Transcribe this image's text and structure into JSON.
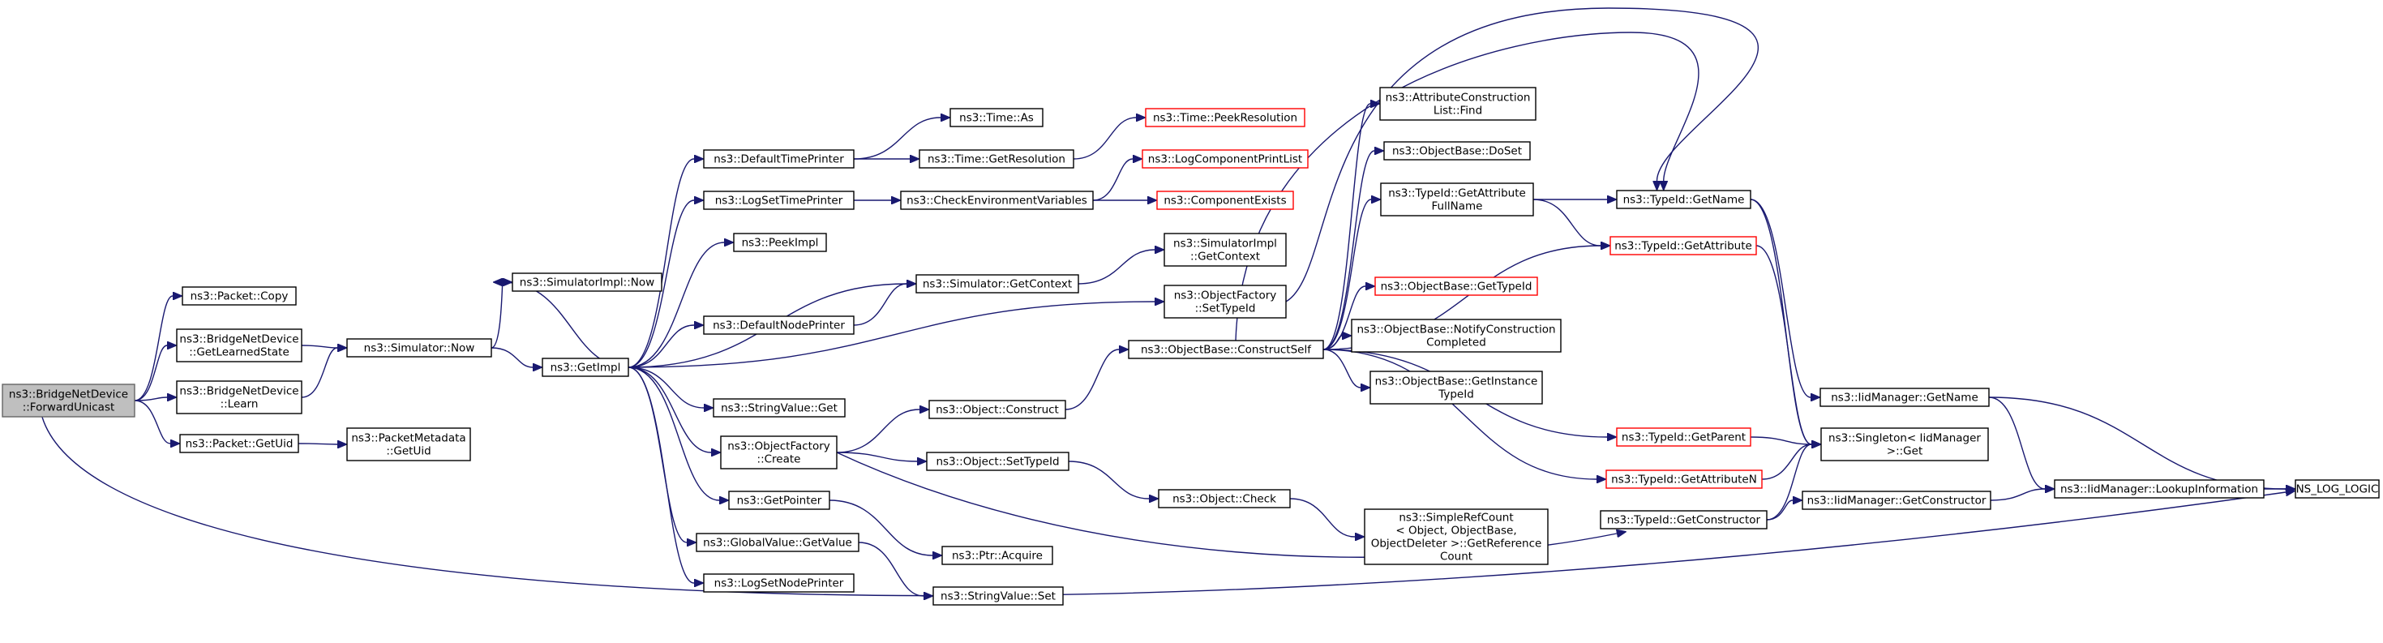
{
  "colors": {
    "edge": "#191970",
    "root_fill": "#bfbfbf",
    "node_border": "#000000",
    "truncated_border": "#ff0000"
  },
  "nodes": [
    {
      "id": "forwardUnicast",
      "lines": [
        "ns3::BridgeNetDevice",
        "::ForwardUnicast"
      ],
      "kind": "root"
    },
    {
      "id": "packetCopy",
      "lines": [
        "ns3::Packet::Copy"
      ]
    },
    {
      "id": "getLearnedState",
      "lines": [
        "ns3::BridgeNetDevice",
        "::GetLearnedState"
      ]
    },
    {
      "id": "learn",
      "lines": [
        "ns3::BridgeNetDevice",
        "::Learn"
      ]
    },
    {
      "id": "packetGetUid",
      "lines": [
        "ns3::Packet::GetUid"
      ]
    },
    {
      "id": "simNow",
      "lines": [
        "ns3::Simulator::Now"
      ]
    },
    {
      "id": "pmGetUid",
      "lines": [
        "ns3::PacketMetadata",
        "::GetUid"
      ]
    },
    {
      "id": "simImplNow",
      "lines": [
        "ns3::SimulatorImpl::Now"
      ]
    },
    {
      "id": "getImpl",
      "lines": [
        "ns3::GetImpl"
      ]
    },
    {
      "id": "defaultTimePrinter",
      "lines": [
        "ns3::DefaultTimePrinter"
      ]
    },
    {
      "id": "logSetTimePrinter",
      "lines": [
        "ns3::LogSetTimePrinter"
      ]
    },
    {
      "id": "peekImpl",
      "lines": [
        "ns3::PeekImpl"
      ]
    },
    {
      "id": "defaultNodePrinter",
      "lines": [
        "ns3::DefaultNodePrinter"
      ]
    },
    {
      "id": "stringValueGet",
      "lines": [
        "ns3::StringValue::Get"
      ]
    },
    {
      "id": "objFactoryCreate",
      "lines": [
        "ns3::ObjectFactory",
        "::Create"
      ]
    },
    {
      "id": "getPointer",
      "lines": [
        "ns3::GetPointer"
      ]
    },
    {
      "id": "globalValueGetValue",
      "lines": [
        "ns3::GlobalValue::GetValue"
      ]
    },
    {
      "id": "logSetNodePrinter",
      "lines": [
        "ns3::LogSetNodePrinter"
      ]
    },
    {
      "id": "timeAs",
      "lines": [
        "ns3::Time::As"
      ]
    },
    {
      "id": "timeGetResolution",
      "lines": [
        "ns3::Time::GetResolution"
      ]
    },
    {
      "id": "checkEnvVars",
      "lines": [
        "ns3::CheckEnvironmentVariables"
      ]
    },
    {
      "id": "simGetContext",
      "lines": [
        "ns3::Simulator::GetContext"
      ]
    },
    {
      "id": "objectConstruct",
      "lines": [
        "ns3::Object::Construct"
      ]
    },
    {
      "id": "objectSetTypeId",
      "lines": [
        "ns3::Object::SetTypeId"
      ]
    },
    {
      "id": "ptrAcquire",
      "lines": [
        "ns3::Ptr::Acquire"
      ]
    },
    {
      "id": "stringValueSet",
      "lines": [
        "ns3::StringValue::Set"
      ]
    },
    {
      "id": "timePeekResolution",
      "lines": [
        "ns3::Time::PeekResolution"
      ],
      "kind": "trunc"
    },
    {
      "id": "logComponentPrintList",
      "lines": [
        "ns3::LogComponentPrintList"
      ],
      "kind": "trunc"
    },
    {
      "id": "componentExists",
      "lines": [
        "ns3::ComponentExists"
      ],
      "kind": "trunc"
    },
    {
      "id": "simImplGetContext",
      "lines": [
        "ns3::SimulatorImpl",
        "::GetContext"
      ]
    },
    {
      "id": "objFactorySetTypeId",
      "lines": [
        "ns3::ObjectFactory",
        "::SetTypeId"
      ]
    },
    {
      "id": "constructSelf",
      "lines": [
        "ns3::ObjectBase::ConstructSelf"
      ]
    },
    {
      "id": "objectCheck",
      "lines": [
        "ns3::Object::Check"
      ]
    },
    {
      "id": "attrConstructionFind",
      "lines": [
        "ns3::AttributeConstruction",
        "List::Find"
      ]
    },
    {
      "id": "objectBaseDoSet",
      "lines": [
        "ns3::ObjectBase::DoSet"
      ]
    },
    {
      "id": "typeIdGetAttrFullName",
      "lines": [
        "ns3::TypeId::GetAttribute",
        "FullName"
      ]
    },
    {
      "id": "objectBaseGetTypeId",
      "lines": [
        "ns3::ObjectBase::GetTypeId"
      ],
      "kind": "trunc"
    },
    {
      "id": "notifyConstructionCompleted",
      "lines": [
        "ns3::ObjectBase::NotifyConstruction",
        "Completed"
      ]
    },
    {
      "id": "getInstanceTypeId",
      "lines": [
        "ns3::ObjectBase::GetInstance",
        "TypeId"
      ]
    },
    {
      "id": "simpleRefCount",
      "lines": [
        "ns3::SimpleRefCount",
        "< Object, ObjectBase,",
        " ObjectDeleter >::GetReference",
        "Count"
      ]
    },
    {
      "id": "typeIdGetName",
      "lines": [
        "ns3::TypeId::GetName"
      ]
    },
    {
      "id": "typeIdGetAttribute",
      "lines": [
        "ns3::TypeId::GetAttribute"
      ],
      "kind": "trunc"
    },
    {
      "id": "typeIdGetParent",
      "lines": [
        "ns3::TypeId::GetParent"
      ],
      "kind": "trunc"
    },
    {
      "id": "typeIdGetAttributeN",
      "lines": [
        "ns3::TypeId::GetAttributeN"
      ],
      "kind": "trunc"
    },
    {
      "id": "typeIdGetConstructor",
      "lines": [
        "ns3::TypeId::GetConstructor"
      ]
    },
    {
      "id": "iidManagerGetName",
      "lines": [
        "ns3::IidManager::GetName"
      ]
    },
    {
      "id": "singletonGet",
      "lines": [
        "ns3::Singleton< IidManager",
        " >::Get"
      ]
    },
    {
      "id": "iidManagerGetConstructor",
      "lines": [
        "ns3::IidManager::GetConstructor"
      ]
    },
    {
      "id": "iidManagerLookupInformation",
      "lines": [
        "ns3::IidManager::LookupInformation"
      ]
    },
    {
      "id": "nsLogLogic",
      "lines": [
        "NS_LOG_LOGIC"
      ]
    }
  ]
}
